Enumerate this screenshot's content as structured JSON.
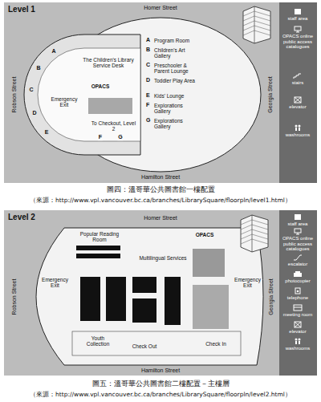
{
  "diagram": {
    "nodes": [
      {
        "text": [
          "Level 1"
        ]
      },
      {
        "text": [
          "The Children's Library Service Desk"
        ],
        "in": 0
      },
      {
        "text": [
          "Emergency Exit"
        ],
        "in": 0
      },
      {
        "text": [
          "To Checkout, Level 2"
        ],
        "in": 0
      },
      {
        "text": [
          "Level 2"
        ]
      },
      {
        "text": [
          "Popular Reading Room"
        ],
        "in": 4
      },
      {
        "text": [
          "Multilingual Services"
        ],
        "in": 4
      },
      {
        "text": [
          "Emergency Exit"
        ],
        "in": 4
      },
      {
        "text": [
          "Emergency Exit"
        ],
        "in": 4
      },
      {
        "text": [
          "Check In"
        ],
        "in": 4
      },
      {
        "text": [
          "Youth Collection"
        ],
        "in": 4
      },
      {
        "text": [
          "Check Out"
        ],
        "in": 4
      }
    ],
    "labels": [
      "Homer Street",
      "Robson Street",
      "Georgia Street",
      "Hamilton Street",
      "A",
      "Program Room",
      "B",
      "Children's Art Gallery",
      "C",
      "Preschooler & Parent Lounge",
      "D",
      "Toddler Play Area",
      "E",
      "Kids' Lounge",
      "F",
      "Explorations Gallery",
      "G",
      "Explorations Gallery",
      "A",
      "B",
      "C",
      "D",
      "E",
      "F",
      "G",
      "OPACS",
      "圖四：溫哥華公共圖書館一樓配置",
      "（來源：http://www.vpl.vancouver.bc.ca/branches/LibrarySquare/floorpln/level1.html）",
      "Homer Street",
      "Robson Street",
      "Georgia Street",
      "Hamilton Street",
      "OPACS",
      "圖五：溫哥華公共圖書館二樓配置－主樓層",
      "（來源：http://www.vpl.vancouver.bc.ca/branches/LibrarySquare/floorpln/level2.html）"
    ],
    "legend": [
      {
        "text": "staff area"
      },
      {
        "text": "OPACS online public access catalogues"
      },
      {
        "text": "stairs"
      },
      {
        "text": "elevator"
      },
      {
        "text": "washrooms"
      },
      {
        "text": "staff area"
      },
      {
        "text": "OPACS online public access catalogues"
      },
      {
        "text": "escalator"
      },
      {
        "text": "photocopier"
      },
      {
        "text": "telephone"
      },
      {
        "text": "meeting room"
      },
      {
        "text": "elevator"
      },
      {
        "text": "washrooms"
      }
    ]
  }
}
